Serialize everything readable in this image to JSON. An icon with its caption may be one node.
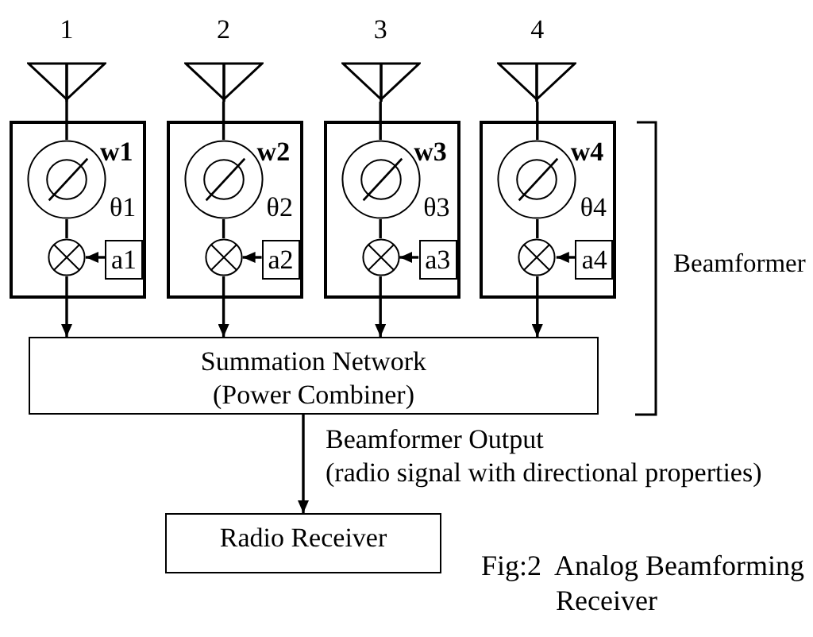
{
  "diagram": {
    "nodes": [
      {
        "text": [],
        "shape": "antenna",
        "beside": [
          "1"
        ]
      },
      {
        "text": [],
        "shape": "box"
      },
      {
        "text": [],
        "shape": "circle",
        "in": 1,
        "beside": [
          "w1",
          "θ1"
        ]
      },
      {
        "text": [],
        "shape": "circle",
        "in": 1
      },
      {
        "text": [
          "a1"
        ],
        "in": 1
      },
      {
        "text": [],
        "shape": "antenna",
        "beside": [
          "2"
        ]
      },
      {
        "text": [],
        "shape": "box"
      },
      {
        "text": [],
        "shape": "circle",
        "in": 6,
        "beside": [
          "w2",
          "θ2"
        ]
      },
      {
        "text": [],
        "shape": "circle",
        "in": 6
      },
      {
        "text": [
          "a2"
        ],
        "in": 6
      },
      {
        "text": [],
        "shape": "antenna",
        "beside": [
          "3"
        ]
      },
      {
        "text": [],
        "shape": "box"
      },
      {
        "text": [],
        "shape": "circle",
        "in": 11,
        "beside": [
          "w3",
          "θ3"
        ]
      },
      {
        "text": [],
        "shape": "circle",
        "in": 11
      },
      {
        "text": [
          "a3"
        ],
        "in": 11
      },
      {
        "text": [],
        "shape": "antenna",
        "beside": [
          "4"
        ]
      },
      {
        "text": [],
        "shape": "box"
      },
      {
        "text": [],
        "shape": "circle",
        "in": 16,
        "beside": [
          "w4",
          "θ4"
        ]
      },
      {
        "text": [],
        "shape": "circle",
        "in": 16
      },
      {
        "text": [
          "a4"
        ],
        "in": 16
      },
      {
        "text": [
          "Summation Network (Power Combiner)"
        ]
      },
      {
        "text": [
          "Radio Receiver"
        ]
      }
    ],
    "edges": [
      {
        "from": 0,
        "to": 2,
        "arrow": "none"
      },
      {
        "from": 2,
        "to": 3,
        "arrow": "none"
      },
      {
        "from": 4,
        "to": 3,
        "arrow": "to"
      },
      {
        "from": 3,
        "to": 20,
        "arrow": "to"
      },
      {
        "from": 5,
        "to": 7,
        "arrow": "none"
      },
      {
        "from": 7,
        "to": 8,
        "arrow": "none"
      },
      {
        "from": 9,
        "to": 8,
        "arrow": "to"
      },
      {
        "from": 8,
        "to": 20,
        "arrow": "to"
      },
      {
        "from": 10,
        "to": 12,
        "arrow": "none"
      },
      {
        "from": 12,
        "to": 13,
        "arrow": "none"
      },
      {
        "from": 14,
        "to": 13,
        "arrow": "to"
      },
      {
        "from": 13,
        "to": 20,
        "arrow": "to"
      },
      {
        "from": 15,
        "to": 17,
        "arrow": "none"
      },
      {
        "from": 17,
        "to": 18,
        "arrow": "none"
      },
      {
        "from": 19,
        "to": 18,
        "arrow": "to"
      },
      {
        "from": 18,
        "to": 20,
        "arrow": "to"
      },
      {
        "from": 20,
        "to": 21,
        "arrow": "to",
        "label": "Beamformer Output (radio signal with directional properties)"
      }
    ],
    "labels": [
      "Beamformer"
    ],
    "caption": "Fig:2 Analog Beamforming Receiver"
  }
}
